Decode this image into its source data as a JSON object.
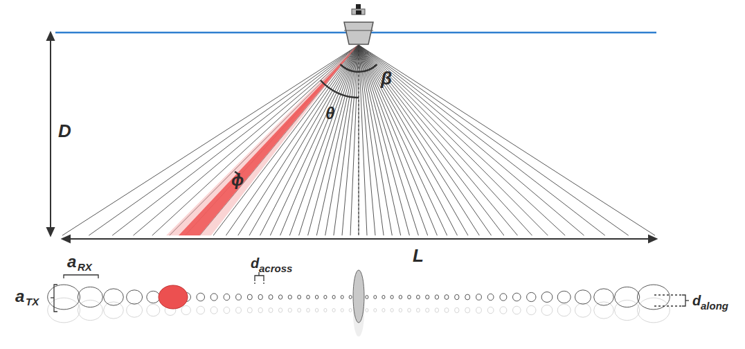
{
  "diagram": {
    "labels": [
      "D",
      "β",
      "θ",
      "ϕ",
      "L",
      "a",
      "RX",
      "d",
      "across",
      "a",
      "TX",
      "d",
      "along"
    ]
  }
}
